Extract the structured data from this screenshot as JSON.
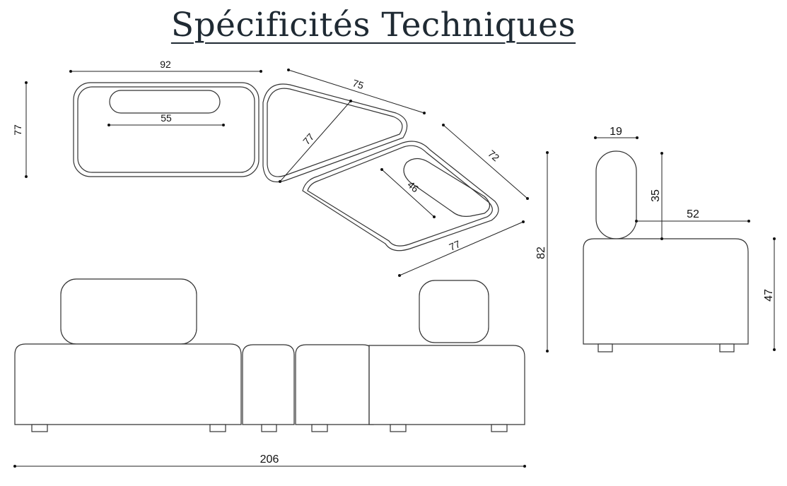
{
  "title": "Spécificités Techniques",
  "top_view": {
    "seat_width": "92",
    "seat_depth": "77",
    "cushion_width": "55",
    "corner_side": "75",
    "corner_depth": "77",
    "right_module_side": "72",
    "right_module_front": "77",
    "right_cushion": "46"
  },
  "front_view": {
    "total_width": "206"
  },
  "side_view": {
    "total_height": "82",
    "seat_height": "47",
    "backrest_depth": "19",
    "backrest_height": "35",
    "seat_remaining_depth": "52"
  }
}
